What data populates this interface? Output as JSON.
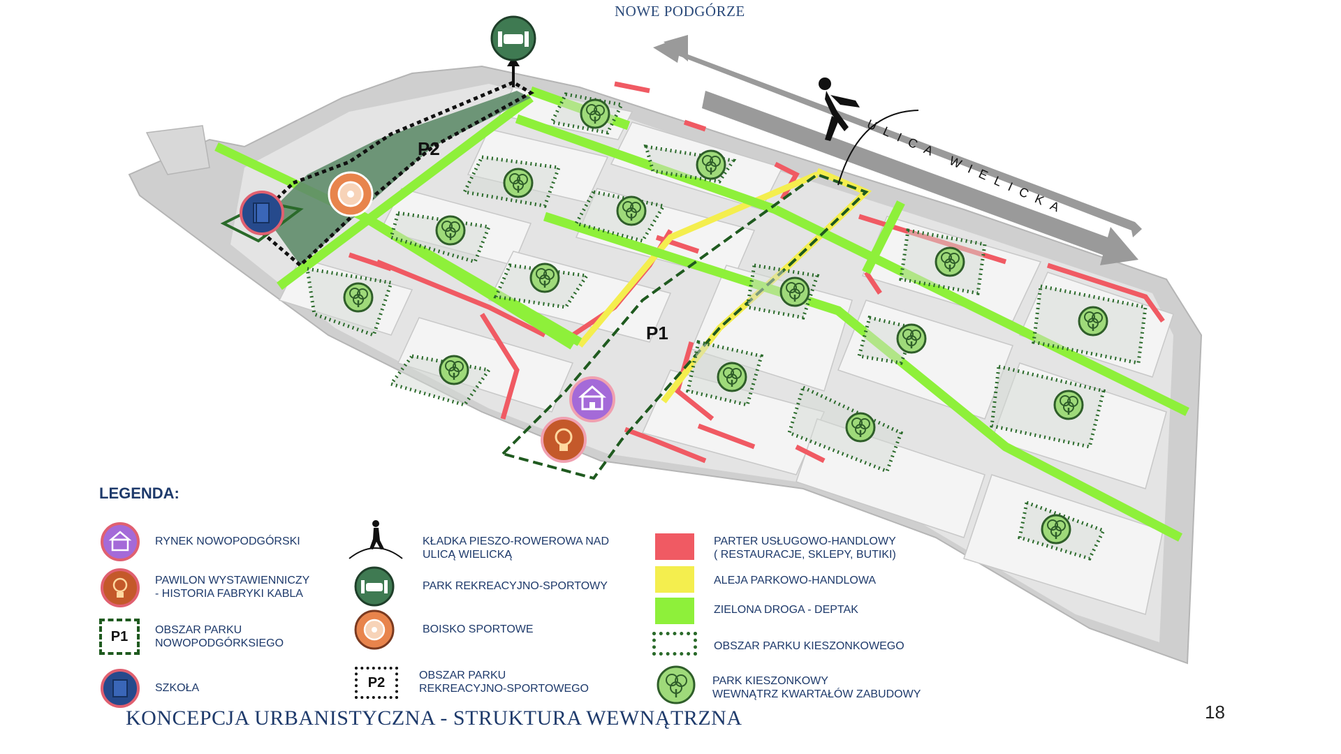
{
  "header": {
    "area_name": "NOWE PODGÓRZE"
  },
  "map": {
    "street_label": "ULICA WIELICKA",
    "zone_p1": "P1",
    "zone_p2": "P2"
  },
  "legend": {
    "title": "LEGENDA:",
    "items": [
      {
        "icon": "market-hall-icon",
        "label_lines": [
          "RYNEK NOWOPODGÓRSKI"
        ]
      },
      {
        "icon": "lightbulb-icon",
        "label_lines": [
          "PAWILON WYSTAWIENNICZY",
          "- HISTORIA FABRYKI KABLA"
        ]
      },
      {
        "icon": "p1-box",
        "box_text": "P1",
        "label_lines": [
          "OBSZAR PARKU",
          "NOWOPODGÓRKSIEGO"
        ]
      },
      {
        "icon": "book-icon",
        "label_lines": [
          "SZKOŁA"
        ]
      },
      {
        "icon": "pedestrian-bridge-icon",
        "label_lines": [
          "KŁADKA PIESZO-ROWEROWA NAD",
          "ULICĄ WIELICKĄ"
        ]
      },
      {
        "icon": "fitness-park-icon",
        "label_lines": [
          "PARK REKREACYJNO-SPORTOWY"
        ]
      },
      {
        "icon": "soccer-ball-icon",
        "label_lines": [
          "BOISKO SPORTOWE"
        ]
      },
      {
        "icon": "p2-box",
        "box_text": "P2",
        "label_lines": [
          "OBSZAR PARKU",
          "REKREACYJNO-SPORTOWEGO"
        ]
      },
      {
        "icon": "red-swatch",
        "label_lines": [
          "PARTER USŁUGOWO-HANDLOWY",
          "( RESTAURACJE, SKLEPY, BUTIKI)"
        ]
      },
      {
        "icon": "yellow-swatch",
        "label_lines": [
          "ALEJA PARKOWO-HANDLOWA"
        ]
      },
      {
        "icon": "green-swatch",
        "label_lines": [
          "ZIELONA DROGA - DEPTAK"
        ]
      },
      {
        "icon": "dotted-green-box",
        "label_lines": [
          "OBSZAR PARKU KIESZONKOWEGO"
        ]
      },
      {
        "icon": "tree-icon",
        "label_lines": [
          "PARK KIESZONKOWY",
          "WEWNĄTRZ KWARTAŁÓW ZABUDOWY"
        ]
      }
    ]
  },
  "colors": {
    "service_ground_floor": "#f05a63",
    "park_alley": "#f4ee4e",
    "green_route": "#8ef03a",
    "park_dark_green": "#5f8c6a",
    "legend_text": "#1e3a6b",
    "purple_icon": "#a46ad8",
    "orange_icon": "#e8844c",
    "lamp_icon": "#c4592a",
    "school_icon": "#264a8c",
    "tree_icon": "#9fda7a"
  },
  "footer": {
    "title": "KONCEPCJA URBANISTYCZNA - STRUKTURA WEWNĄTRZNA",
    "page_number": "18"
  }
}
